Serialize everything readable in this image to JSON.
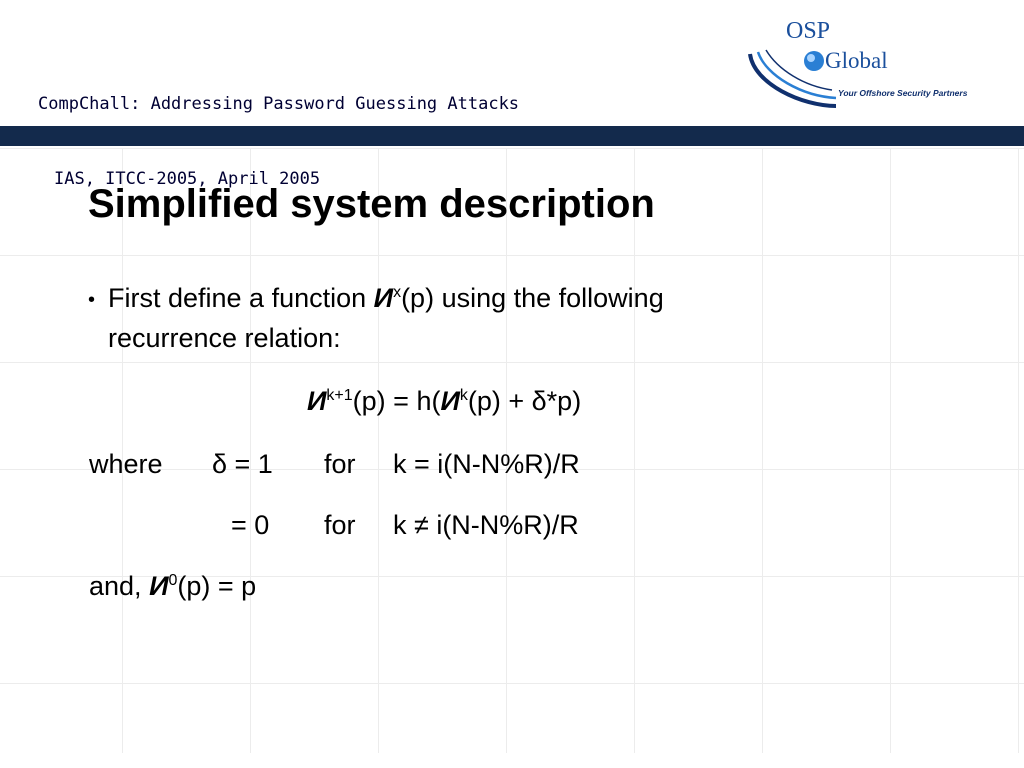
{
  "header": {
    "line1": "CompChall: Addressing Password Guessing Attacks",
    "line2": "IAS, ITCC-2005, April 2005"
  },
  "logo": {
    "text_osp": "OSP",
    "text_global": "Global",
    "tagline": "Your Offshore Security Partners"
  },
  "slide": {
    "title": "Simplified system description",
    "bullet_char": "•",
    "symbol": "И",
    "bullet": {
      "text_a": "First define a function ",
      "sup_x": "x",
      "text_b": "(p) using the following",
      "line2": "recurrence relation:"
    },
    "recurrence": {
      "sup_k1": "k+1",
      "mid": "(p) = h(",
      "sup_k": "k",
      "end": "(p) + δ*p)"
    },
    "where1": {
      "word": "where",
      "delta": "δ = 1",
      "for": "for",
      "cond": "k = i(N-N%R)/R"
    },
    "where2": {
      "val": "= 0",
      "for": "for",
      "cond": "k ≠ i(N-N%R)/R"
    },
    "base": {
      "prefix": "and, ",
      "sup_0": "0",
      "end": "(p) = p"
    }
  },
  "colors": {
    "band": "#132a4c",
    "logo_blue": "#1a4f9c",
    "logo_navy": "#10306e"
  }
}
